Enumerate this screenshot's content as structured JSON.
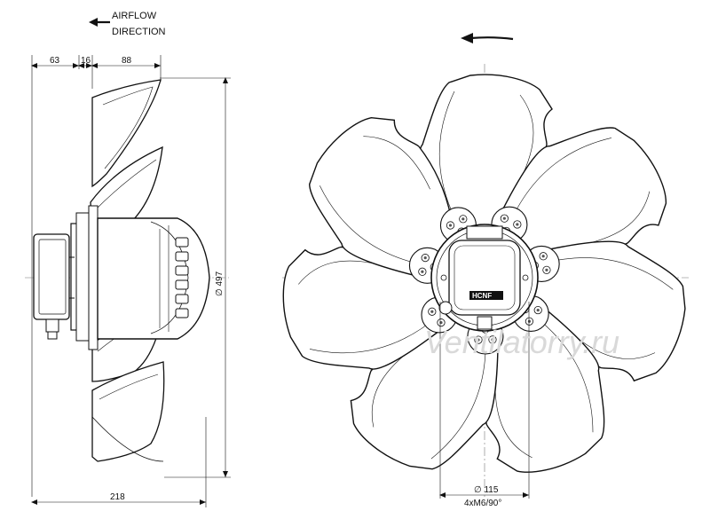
{
  "airflow": {
    "line1": "AIRFLOW",
    "line2": "DIRECTION"
  },
  "dimensions": {
    "d63": "63",
    "d16": "16",
    "d88": "88",
    "d218": "218",
    "d497": "∅ 497",
    "d115": "∅ 115",
    "bolts": "4xM6/90°"
  },
  "brand": "HCNF",
  "watermark": "Ventilatorry.ru",
  "colors": {
    "line": "#111111",
    "hub": "#ffffff",
    "shade": "#e6e6e6",
    "centerline": "#777777",
    "watermark": "#d9d9d9"
  },
  "icons": {
    "airflow_arrow": "arrow-left-icon",
    "rotation_arrow": "rotation-arrow-icon"
  }
}
